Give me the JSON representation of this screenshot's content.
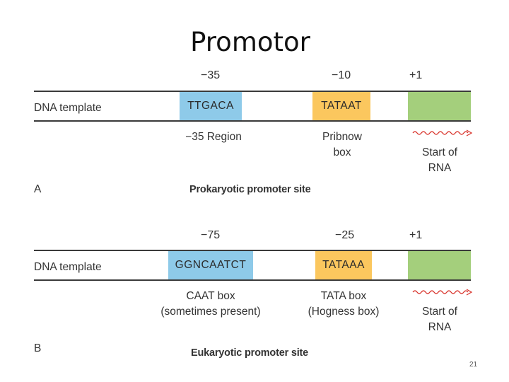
{
  "title": "Promotor",
  "panel_a": {
    "positions": {
      "p1": "−35",
      "p2": "−10",
      "p3": "+1"
    },
    "dna_label": "DNA template",
    "box1": "TTGACA",
    "box2": "TATAAT",
    "region1": "−35 Region",
    "region2_line1": "Pribnow",
    "region2_line2": "box",
    "start_line1": "Start of",
    "start_line2": "RNA",
    "letter": "A",
    "caption": "Prokaryotic promoter site"
  },
  "panel_b": {
    "positions": {
      "p1": "−75",
      "p2": "−25",
      "p3": "+1"
    },
    "dna_label": "DNA template",
    "box1": "GGNCAATCT",
    "box2": "TATAAA",
    "region1_line1": "CAAT box",
    "region1_line2": "(sometimes present)",
    "region2_line1": "TATA box",
    "region2_line2": "(Hogness box)",
    "start_line1": "Start of",
    "start_line2": "RNA",
    "letter": "B",
    "caption": "Eukaryotic promoter site"
  },
  "colors": {
    "blue_box": "#8ecae9",
    "yellow_box": "#fbc75e",
    "green_box": "#a4cf7c",
    "rna_arrow": "#d8322a"
  },
  "page_number": "21"
}
